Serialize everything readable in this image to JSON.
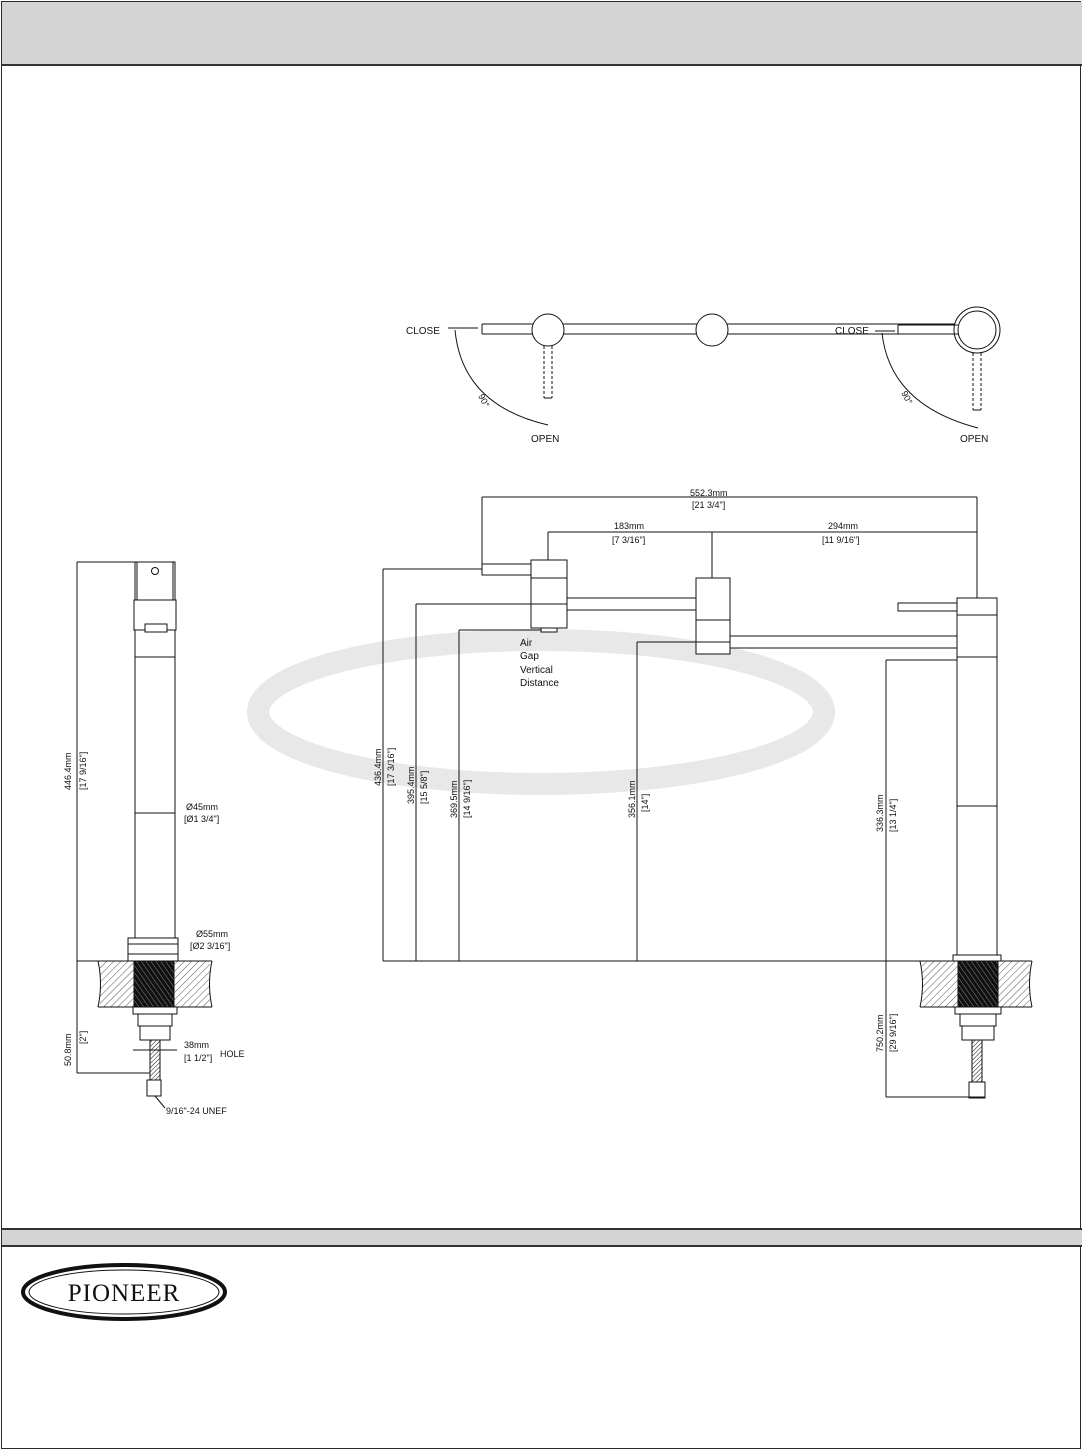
{
  "header": {
    "title": ""
  },
  "logo": {
    "text": "PIONEER"
  },
  "top_view": {
    "left": {
      "close": "CLOSE",
      "open": "OPEN",
      "angle": "90°"
    },
    "right": {
      "close": "CLOSE",
      "open": "OPEN",
      "angle": "90°"
    }
  },
  "side_view": {
    "height_mm": "446.4mm",
    "height_in": "[17 9/16\"]",
    "body_dia_mm": "Ø45mm",
    "body_dia_in": "[Ø1 3/4\"]",
    "base_dia_mm": "Ø55mm",
    "base_dia_in": "[Ø2 3/16\"]",
    "hole_mm": "38mm",
    "hole_in": "[1 1/2\"]",
    "hole_label": "HOLE",
    "shank_mm": "50.8mm",
    "shank_in": "[2\"]",
    "thread": "9/16\"-24 UNEF"
  },
  "front_view": {
    "overall_mm": "552.3mm",
    "overall_in": "[21 3/4\"]",
    "arm1_mm": "183mm",
    "arm1_in": "[7 3/16\"]",
    "arm2_mm": "294mm",
    "arm2_in": "[11 9/16\"]",
    "h1_mm": "436.4mm",
    "h1_in": "[17 3/16\"]",
    "h2_mm": "395.4mm",
    "h2_in": "[15 5/8\"]",
    "h3_mm": "369.5mm",
    "h3_in": "[14 9/16\"]",
    "h4_mm": "356.1mm",
    "h4_in": "[14\"]",
    "h5_mm": "336.3mm",
    "h5_in": "[13 1/4\"]",
    "below_mm": "750.2mm",
    "below_in": "[29 9/16\"]",
    "air_gap": [
      "Air",
      "Gap",
      "Vertical",
      "Distance"
    ]
  },
  "colors": {
    "line": "#111111",
    "band": "#d4d4d4",
    "watermark": "#e6e6e6"
  }
}
